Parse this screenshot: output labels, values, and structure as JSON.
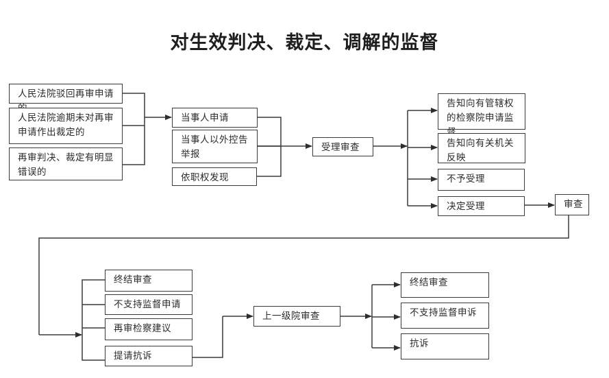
{
  "title": "对生效判决、裁定、调解的监督",
  "colors": {
    "line": "#3a3a3a",
    "text": "#2b2b2b",
    "background": "#ffffff"
  },
  "nodes": {
    "grounds": [
      "人民法院驳回再审申请的",
      "人民法院逾期未对再审申请作出裁定的",
      "再审判决、裁定有明显错误的"
    ],
    "sources": [
      "当事人申请",
      "当事人以外控告举报",
      "依职权发现"
    ],
    "acceptance_review": "受理审查",
    "acceptance_outcomes": [
      "告知向有管辖权的检察院申请监督",
      "告知向有关机关反映",
      "不予受理",
      "决定受理"
    ],
    "review": "审查",
    "review_outcomes": [
      "终结审查",
      "不支持监督申请",
      "再审检察建议",
      "提请抗诉"
    ],
    "higher_review": "上一级院审查",
    "higher_outcomes": [
      "终结审查",
      "不支持监督申诉",
      "抗诉"
    ]
  }
}
